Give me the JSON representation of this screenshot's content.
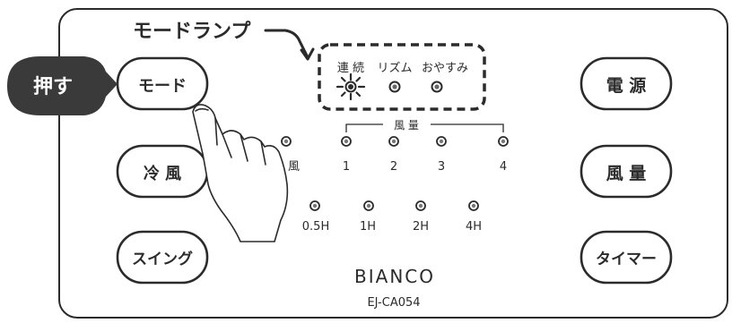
{
  "callouts": {
    "mode_lamp": "モードランプ",
    "press": "押す"
  },
  "buttons": {
    "mode": "モード",
    "power": "電 源",
    "cool": "冷 風",
    "fan_speed": "風 量",
    "swing": "スイング",
    "timer": "タイマー"
  },
  "mode_lamps": {
    "items": [
      {
        "label": "連 続",
        "lit": true
      },
      {
        "label": "リズム",
        "lit": false
      },
      {
        "label": "おやすみ",
        "lit": false
      }
    ]
  },
  "fan_indicator": {
    "group_label": "風 量",
    "items": [
      {
        "label": "冷 風"
      },
      {
        "label": "1"
      },
      {
        "label": "2"
      },
      {
        "label": "3"
      },
      {
        "label": "4"
      }
    ]
  },
  "timer_indicator": {
    "items": [
      {
        "label": "0.5H"
      },
      {
        "label": "1H"
      },
      {
        "label": "2H"
      },
      {
        "label": "4H"
      }
    ]
  },
  "brand": {
    "name": "BIANCO",
    "model": "EJ-CA054"
  },
  "colors": {
    "outline": "#2b2b2b",
    "badge_fill": "#3a3a3a",
    "badge_text": "#ffffff",
    "panel_bg": "#ffffff"
  }
}
